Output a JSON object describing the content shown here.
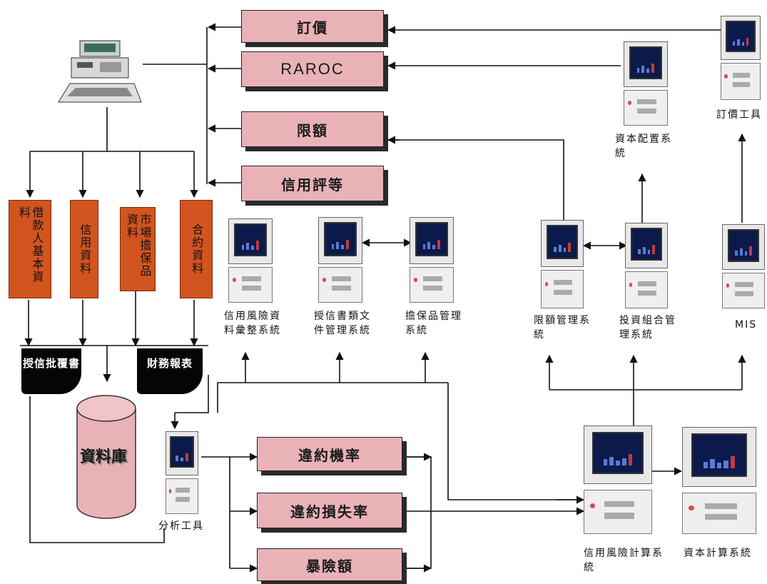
{
  "pink_boxes": {
    "pricing": "訂價",
    "raroc": "RAROC",
    "limits": "限額",
    "credit_rating": "信用評等",
    "default_probability": "違約機率",
    "loss_given_default": "違約損失率",
    "exposure": "暴險額"
  },
  "orange_boxes": {
    "loan_customer_data": "借款人基本資料",
    "credit_data": "信用資料",
    "market_collateral_data": "市場擔保品資料",
    "contract_data": "合約資料"
  },
  "documents": {
    "credit_approval": "授信批覆書",
    "financial_statements": "財務報表"
  },
  "database": "資料庫",
  "system_labels": {
    "analysis_tool": "分析工具",
    "credit_risk_data_system": "信用風險資料彙整系統",
    "credit_document_system": "授信書類文件管理系統",
    "collateral_system": "擔保品管理系統",
    "limit_mgmt_system": "限額管理系統",
    "portfolio_mgmt_system": "投資組合管理系統",
    "mis": "MIS",
    "capital_allocation_system": "資本配置系統",
    "pricing_tool": "訂價工具",
    "credit_risk_calc_system": "信用風險計算系統",
    "capital_calc_system": "資本計算系統"
  },
  "colors": {
    "pink_box": "#e9b2b6",
    "orange_box": "#d2541f",
    "screen": "#0b1a4a",
    "line": "#111111"
  }
}
